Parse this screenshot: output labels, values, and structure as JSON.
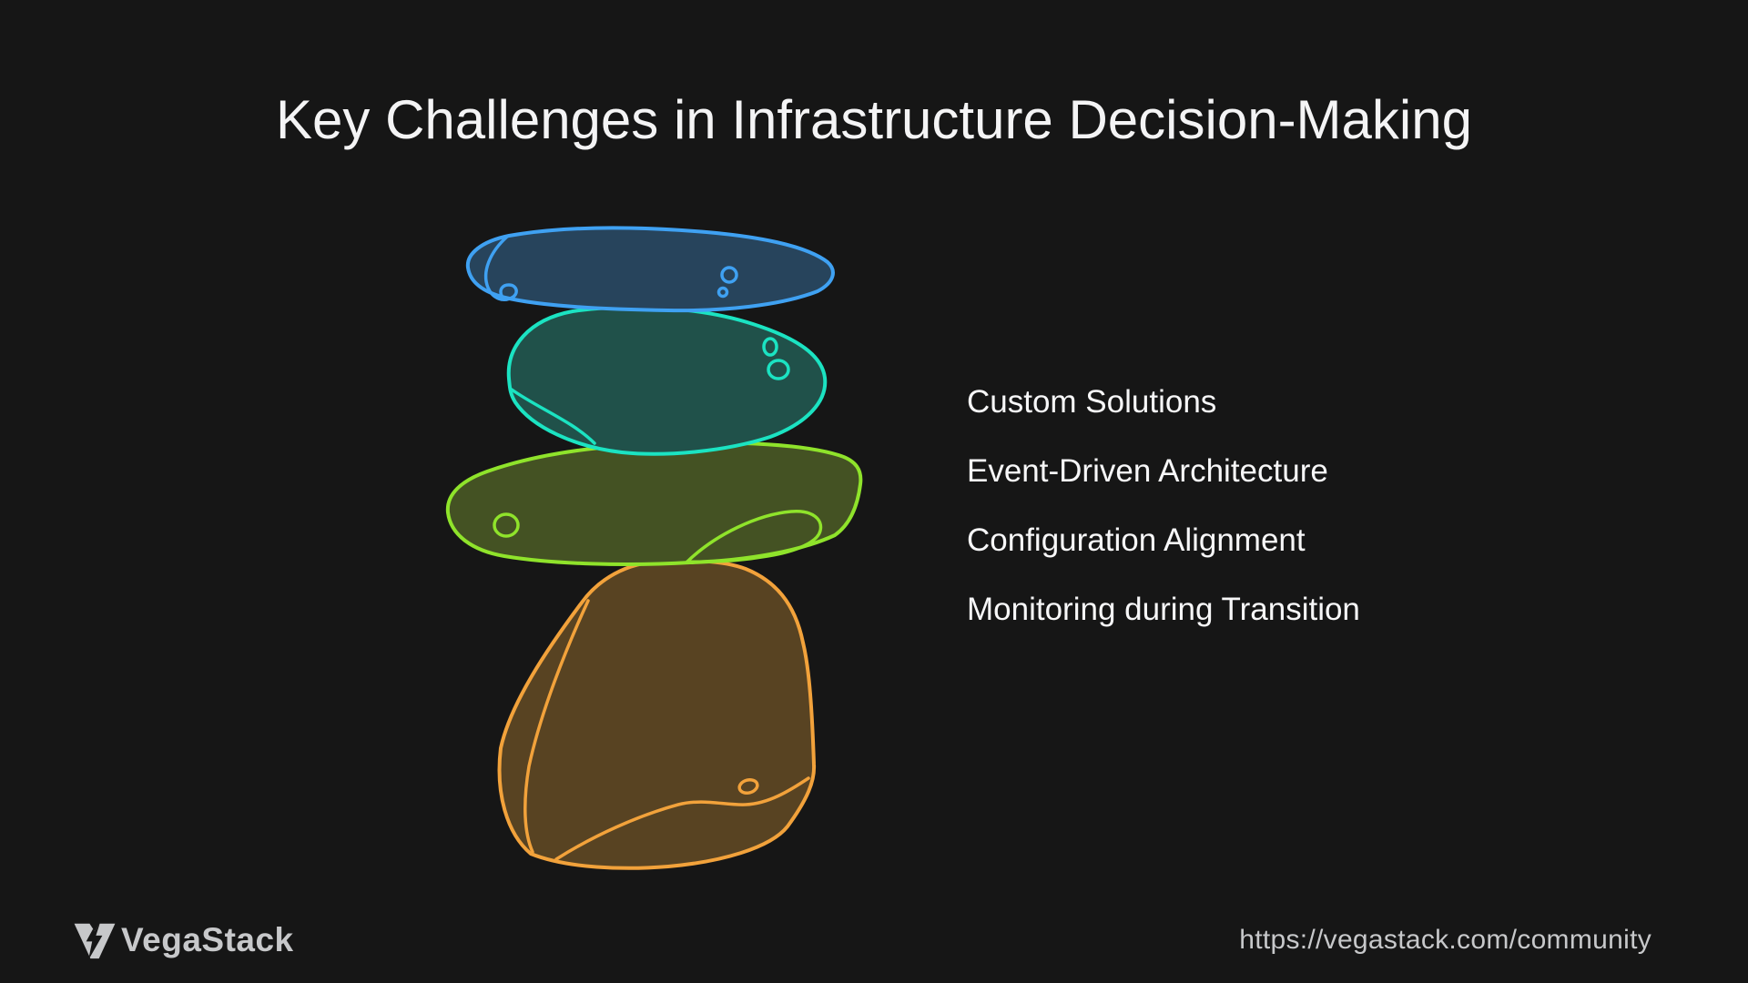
{
  "title": "Key Challenges in Infrastructure Decision-Making",
  "challenges": [
    "Custom Solutions",
    "Event-Driven Architecture",
    "Configuration Alignment",
    "Monitoring during Transition"
  ],
  "stones": [
    {
      "name": "blue-top-stone",
      "stroke": "#3FA1F2",
      "fill": "#27445C"
    },
    {
      "name": "teal-stone",
      "stroke": "#1BE3C2",
      "fill": "#20514A"
    },
    {
      "name": "green-stone",
      "stroke": "#8FE32B",
      "fill": "#445223"
    },
    {
      "name": "orange-base-stone",
      "stroke": "#F2A23B",
      "fill": "#584322"
    }
  ],
  "footer": {
    "brand": "VegaStack",
    "url": "https://vegastack.com/community"
  },
  "colors": {
    "background": "#161616",
    "title_text": "#F4F4F5",
    "list_text": "#F7F7F8",
    "footer_text": "#C7C8CA"
  }
}
